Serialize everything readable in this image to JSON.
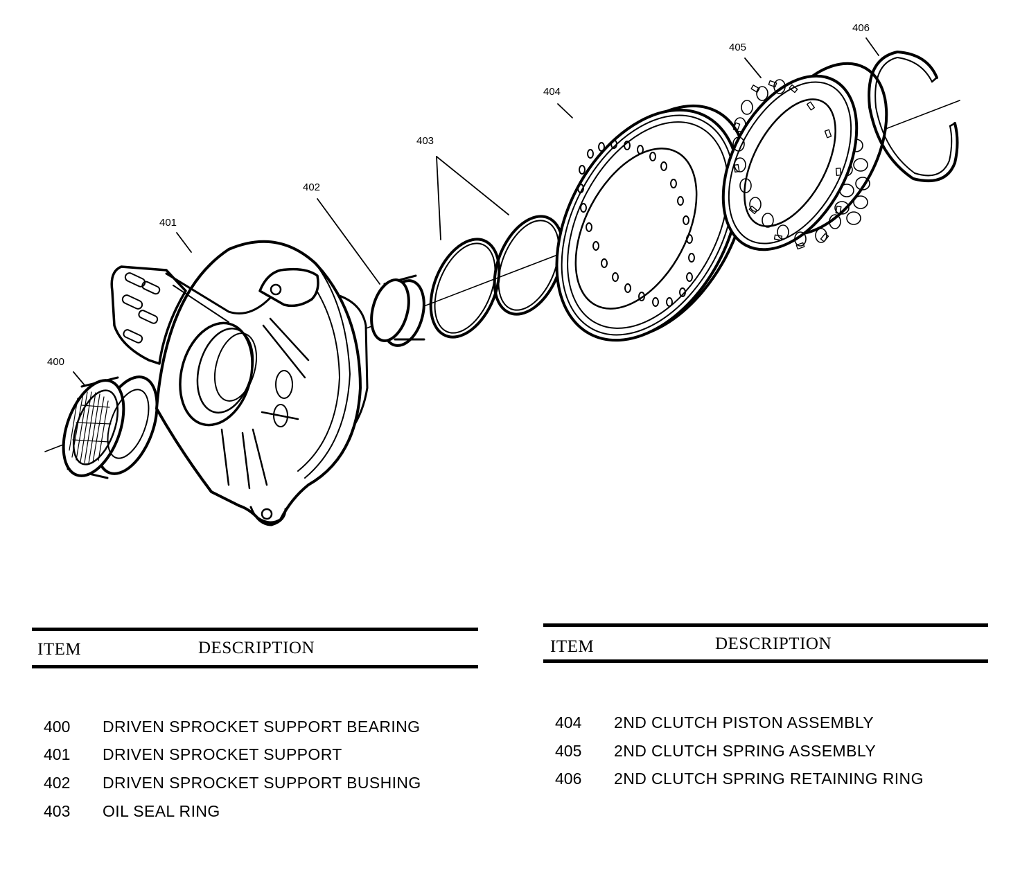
{
  "callouts": {
    "c400": "400",
    "c401": "401",
    "c402": "402",
    "c403": "403",
    "c404": "404",
    "c405": "405",
    "c406": "406"
  },
  "legend_left": {
    "item_header": "ITEM",
    "description_header": "DESCRIPTION",
    "rows": [
      {
        "item": "400",
        "description": "DRIVEN SPROCKET SUPPORT BEARING"
      },
      {
        "item": "401",
        "description": "DRIVEN SPROCKET SUPPORT"
      },
      {
        "item": "402",
        "description": "DRIVEN SPROCKET SUPPORT BUSHING"
      },
      {
        "item": "403",
        "description": "OIL SEAL RING"
      }
    ]
  },
  "legend_right": {
    "item_header": "ITEM",
    "description_header": "DESCRIPTION",
    "rows": [
      {
        "item": "404",
        "description": "2ND CLUTCH PISTON ASSEMBLY"
      },
      {
        "item": "405",
        "description": "2ND CLUTCH SPRING ASSEMBLY"
      },
      {
        "item": "406",
        "description": "2ND CLUTCH SPRING RETAINING RING"
      }
    ]
  }
}
